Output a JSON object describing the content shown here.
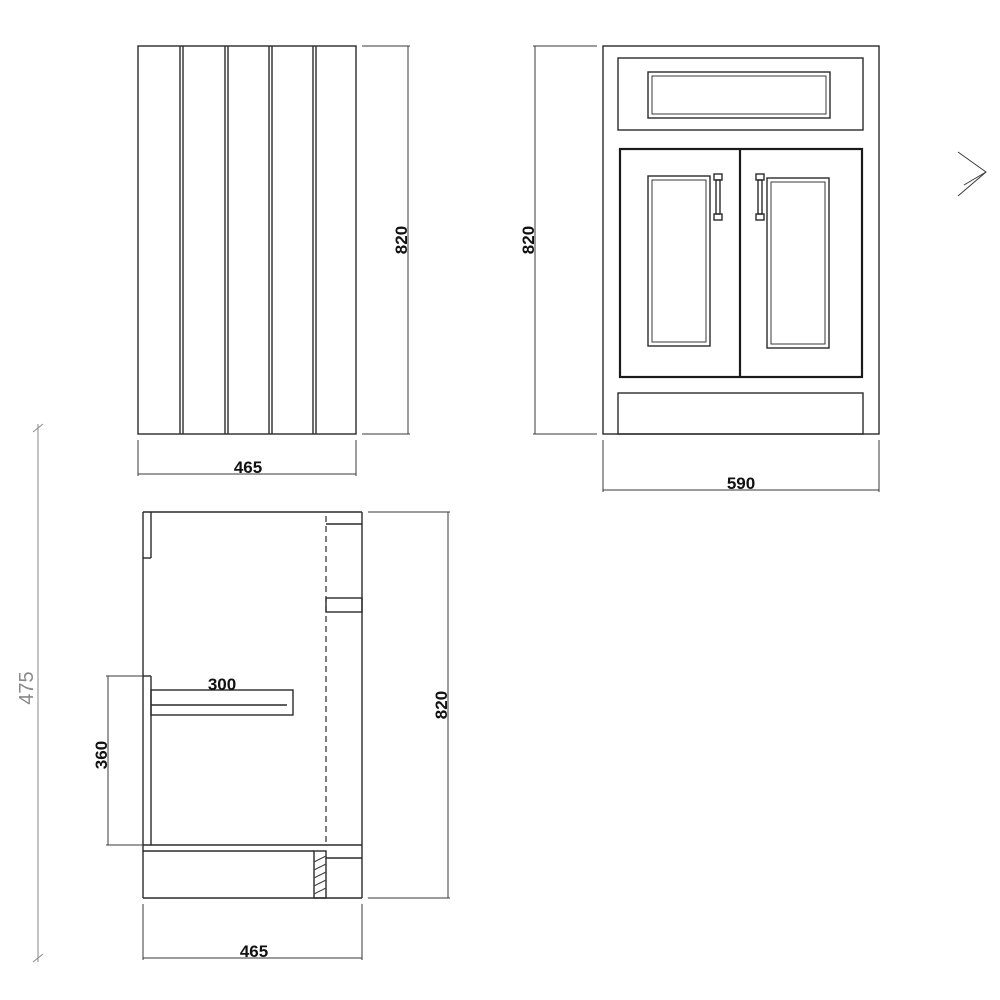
{
  "dimensions": {
    "side_view_width": "465",
    "side_view_height": "820",
    "front_view_height": "820",
    "front_view_width": "590",
    "section_height": "820",
    "section_width": "465",
    "shelf_depth": "300",
    "shelf_height": "360",
    "overall_height_grey": "475"
  },
  "colors": {
    "line": "#2a2a2a",
    "grey": "#8a8a8a"
  }
}
